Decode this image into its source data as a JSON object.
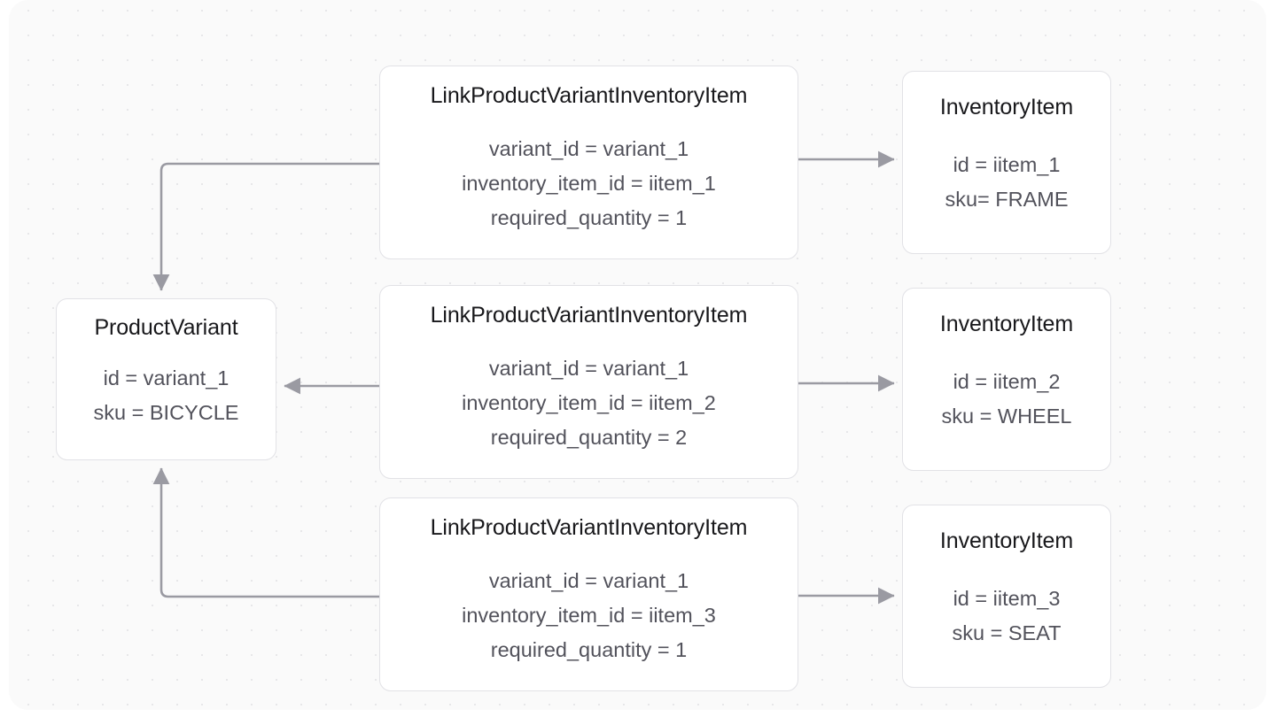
{
  "canvas": {
    "background_color": "#fafafa",
    "dot_color": "#e7e7e9",
    "edge_color": "#9a9aa2",
    "node_border_color": "#e2e2e6",
    "node_fill_color": "#ffffff",
    "title_color": "#18181b",
    "attribute_color": "#52525b"
  },
  "nodes": {
    "product_variant": {
      "title": "ProductVariant",
      "attrs": [
        "id = variant_1",
        "sku = BICYCLE"
      ]
    },
    "links": [
      {
        "title": "LinkProductVariantInventoryItem",
        "attrs": [
          "variant_id = variant_1",
          "inventory_item_id = iitem_1",
          "required_quantity = 1"
        ]
      },
      {
        "title": "LinkProductVariantInventoryItem",
        "attrs": [
          "variant_id = variant_1",
          "inventory_item_id = iitem_2",
          "required_quantity = 2"
        ]
      },
      {
        "title": "LinkProductVariantInventoryItem",
        "attrs": [
          "variant_id = variant_1",
          "inventory_item_id = iitem_3",
          "required_quantity = 1"
        ]
      }
    ],
    "inventory_items": [
      {
        "title": "InventoryItem",
        "attrs": [
          "id = iitem_1",
          "sku= FRAME"
        ]
      },
      {
        "title": "InventoryItem",
        "attrs": [
          "id = iitem_2",
          "sku = WHEEL"
        ]
      },
      {
        "title": "InventoryItem",
        "attrs": [
          "id = iitem_3",
          "sku = SEAT"
        ]
      }
    ]
  },
  "edges": [
    {
      "from": "link-1",
      "to": "product-variant",
      "direction": "left-then-down"
    },
    {
      "from": "link-1",
      "to": "inventory-1",
      "direction": "right"
    },
    {
      "from": "link-2",
      "to": "product-variant",
      "direction": "left"
    },
    {
      "from": "link-2",
      "to": "inventory-2",
      "direction": "right"
    },
    {
      "from": "link-3",
      "to": "product-variant",
      "direction": "left-then-up"
    },
    {
      "from": "link-3",
      "to": "inventory-3",
      "direction": "right"
    }
  ]
}
